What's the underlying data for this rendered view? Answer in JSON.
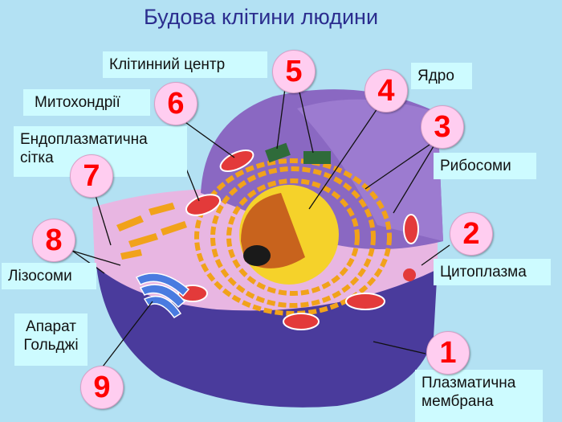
{
  "title": "Будова клітини людини",
  "labels": {
    "cell_center": "Клітинний центр",
    "nucleus": "Ядро",
    "mitochondria": "Митохондрії",
    "er": "Ендоплазматична сітка",
    "ribosomes": "Рибосоми",
    "cytoplasm": "Цитоплазма",
    "lysosomes": "Лізосоми",
    "golgi": "Апарат Гольджі",
    "membrane": "Плазматична мембрана"
  },
  "numbers": {
    "n1": "1",
    "n2": "2",
    "n3": "3",
    "n4": "4",
    "n5": "5",
    "n6": "6",
    "n7": "7",
    "n8": "8",
    "n9": "9"
  },
  "colors": {
    "background": "#b3e1f3",
    "label_bg": "#cdfbff",
    "marker_bg": "#ffcdf0",
    "marker_text": "#ff0000",
    "title": "#2b2d8e"
  }
}
